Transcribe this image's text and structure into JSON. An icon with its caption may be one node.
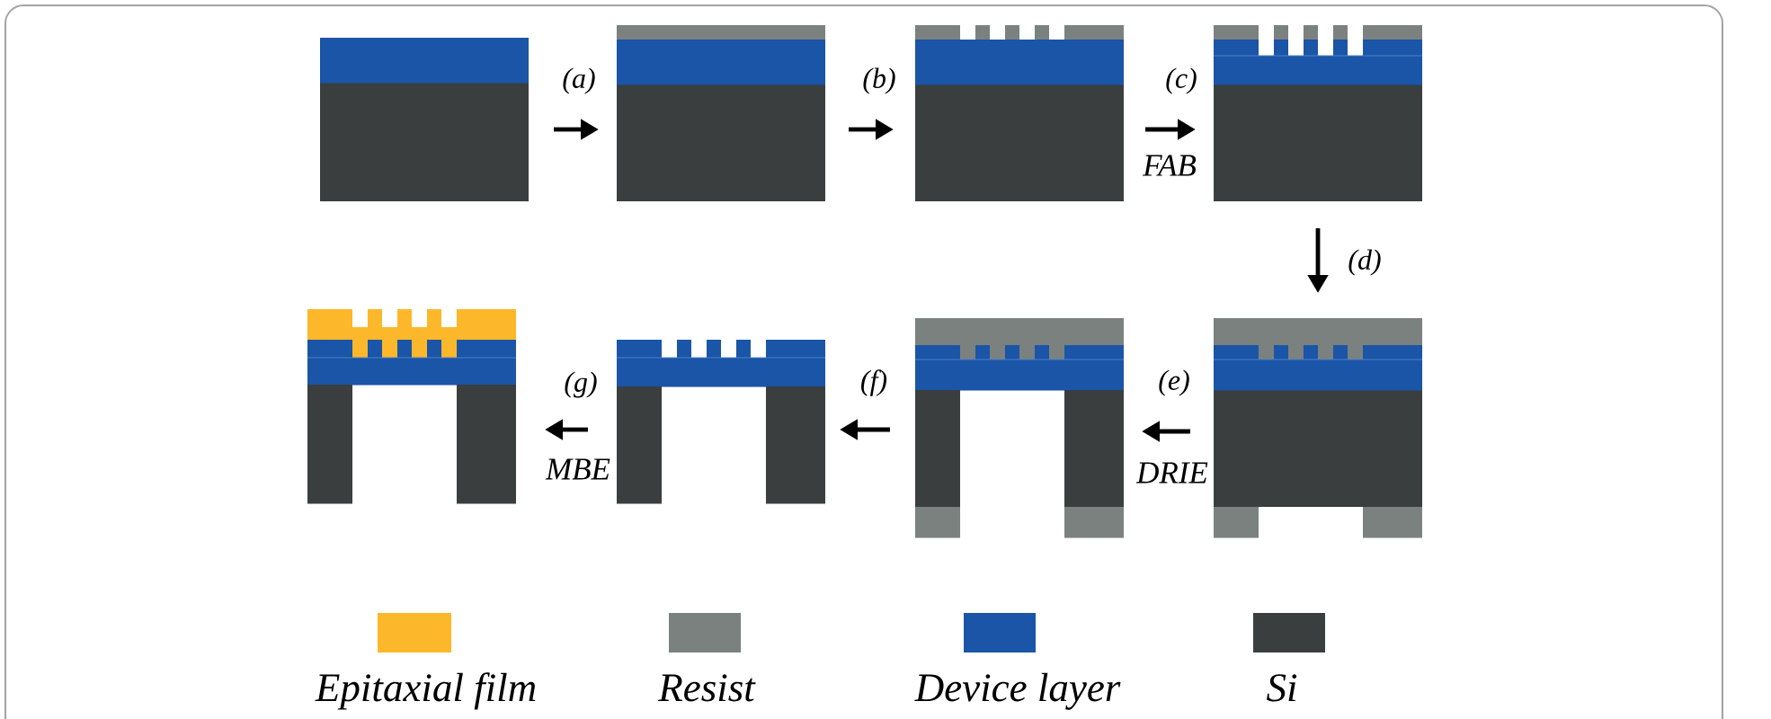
{
  "diagram": {
    "nodes": [
      {
        "text": [],
        "shape": "picture"
      },
      {
        "text": [],
        "shape": "picture"
      },
      {
        "text": [],
        "shape": "picture"
      },
      {
        "text": [],
        "shape": "picture"
      },
      {
        "text": [],
        "shape": "picture"
      },
      {
        "text": [],
        "shape": "picture"
      },
      {
        "text": [],
        "shape": "picture"
      },
      {
        "text": [],
        "shape": "picture"
      }
    ],
    "edges": [
      {
        "from": 0,
        "to": 1,
        "arrow": "to",
        "label": "(a)"
      },
      {
        "from": 1,
        "to": 2,
        "arrow": "to",
        "label": "(b)"
      },
      {
        "from": 2,
        "to": 3,
        "arrow": "to",
        "label": "(c)"
      },
      {
        "from": 3,
        "to": 7,
        "arrow": "to",
        "label": "(d)"
      },
      {
        "from": 7,
        "to": 6,
        "arrow": "to",
        "label": "(e)"
      },
      {
        "from": 6,
        "to": 5,
        "arrow": "to",
        "label": "(f)"
      },
      {
        "from": 5,
        "to": 4,
        "arrow": "to",
        "label": "(g)"
      }
    ],
    "labels": [
      "FAB",
      "MBE",
      "DRIE"
    ],
    "legend": [
      {
        "text": "Epitaxial film",
        "color": "#fcb82a"
      },
      {
        "text": "Resist",
        "color": "#7b817f"
      },
      {
        "text": "Device layer",
        "color": "#1a55a7"
      },
      {
        "text": "Si",
        "color": "#3a3e3f"
      }
    ]
  }
}
